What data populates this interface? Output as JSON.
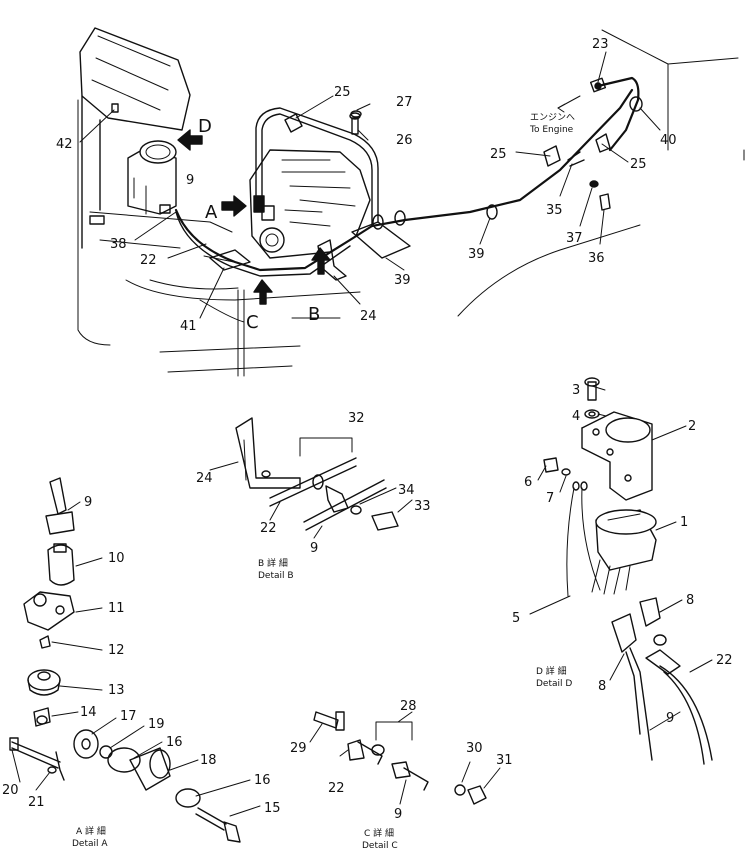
{
  "callouts": {
    "A": "A",
    "B": "B",
    "C": "C",
    "D": "D"
  },
  "engine_note": {
    "jp": "エンジンへ",
    "en": "To Engine"
  },
  "details": {
    "A": {
      "jp": "A 詳 細",
      "en": "Detail A"
    },
    "B": {
      "jp": "B 詳 細",
      "en": "Detail B"
    },
    "C": {
      "jp": "C 詳 細",
      "en": "Detail C"
    },
    "D": {
      "jp": "D 詳 細",
      "en": "Detail D"
    }
  },
  "part_numbers": {
    "p1": "1",
    "p2": "2",
    "p3": "3",
    "p4": "4",
    "p5": "5",
    "p6": "6",
    "p7": "7",
    "p8a": "8",
    "p8b": "8",
    "p9_main": "9",
    "p9_a": "9",
    "p9_b": "9",
    "p9_c": "9",
    "p9_d": "9",
    "p10": "10",
    "p11": "11",
    "p12": "12",
    "p13": "13",
    "p14": "14",
    "p15": "15",
    "p16a": "16",
    "p16b": "16",
    "p17": "17",
    "p18": "18",
    "p19": "19",
    "p20": "20",
    "p21": "21",
    "p22_main": "22",
    "p22_b": "22",
    "p22_c": "22",
    "p22_d": "22",
    "p23": "23",
    "p24_main": "24",
    "p24_b": "24",
    "p25a": "25",
    "p25b": "25",
    "p25c": "25",
    "p26": "26",
    "p27": "27",
    "p28": "28",
    "p29": "29",
    "p30": "30",
    "p31": "31",
    "p32": "32",
    "p33": "33",
    "p34": "34",
    "p35": "35",
    "p36": "36",
    "p37": "37",
    "p38": "38",
    "p39a": "39",
    "p39b": "39",
    "p40": "40",
    "p41": "41",
    "p42": "42"
  }
}
